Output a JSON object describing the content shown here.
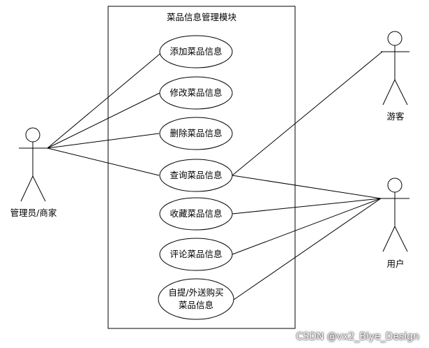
{
  "system": {
    "title": "菜品信息管理模块"
  },
  "actors": {
    "admin": "管理员/商家",
    "visitor": "游客",
    "user": "用户"
  },
  "use_cases": {
    "add": "添加菜品信息",
    "edit": "修改菜品信息",
    "delete": "删除菜品信息",
    "query": "查询菜品信息",
    "favorite": "收藏菜品信息",
    "comment": "评论菜品信息",
    "buy_line1": "自提/外送购买",
    "buy_line2": "菜品信息"
  },
  "watermark": "CSDN @vx2_Biye_Design"
}
